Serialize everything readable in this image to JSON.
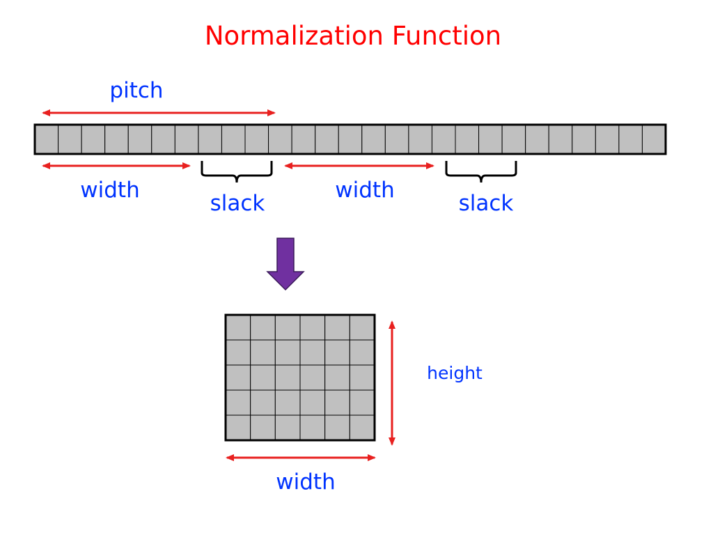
{
  "title": "Normalization Function",
  "labels": {
    "pitch": "pitch",
    "width_1": "width",
    "slack_1": "slack",
    "width_2": "width",
    "slack_2": "slack",
    "height": "height",
    "width_bottom": "width"
  },
  "strip": {
    "cells": 27
  },
  "grid": {
    "rows": 5,
    "cols": 6
  },
  "colors": {
    "title": "#ff0000",
    "arrow": "#e8201f",
    "label": "#0033ff",
    "cell_fill": "#c0c0c0",
    "cell_border": "#000000",
    "down_arrow_fill": "#7030a0",
    "down_arrow_stroke": "#3a1a5a",
    "brace": "#000000"
  },
  "icons": {
    "transform": "down-arrow-icon"
  }
}
